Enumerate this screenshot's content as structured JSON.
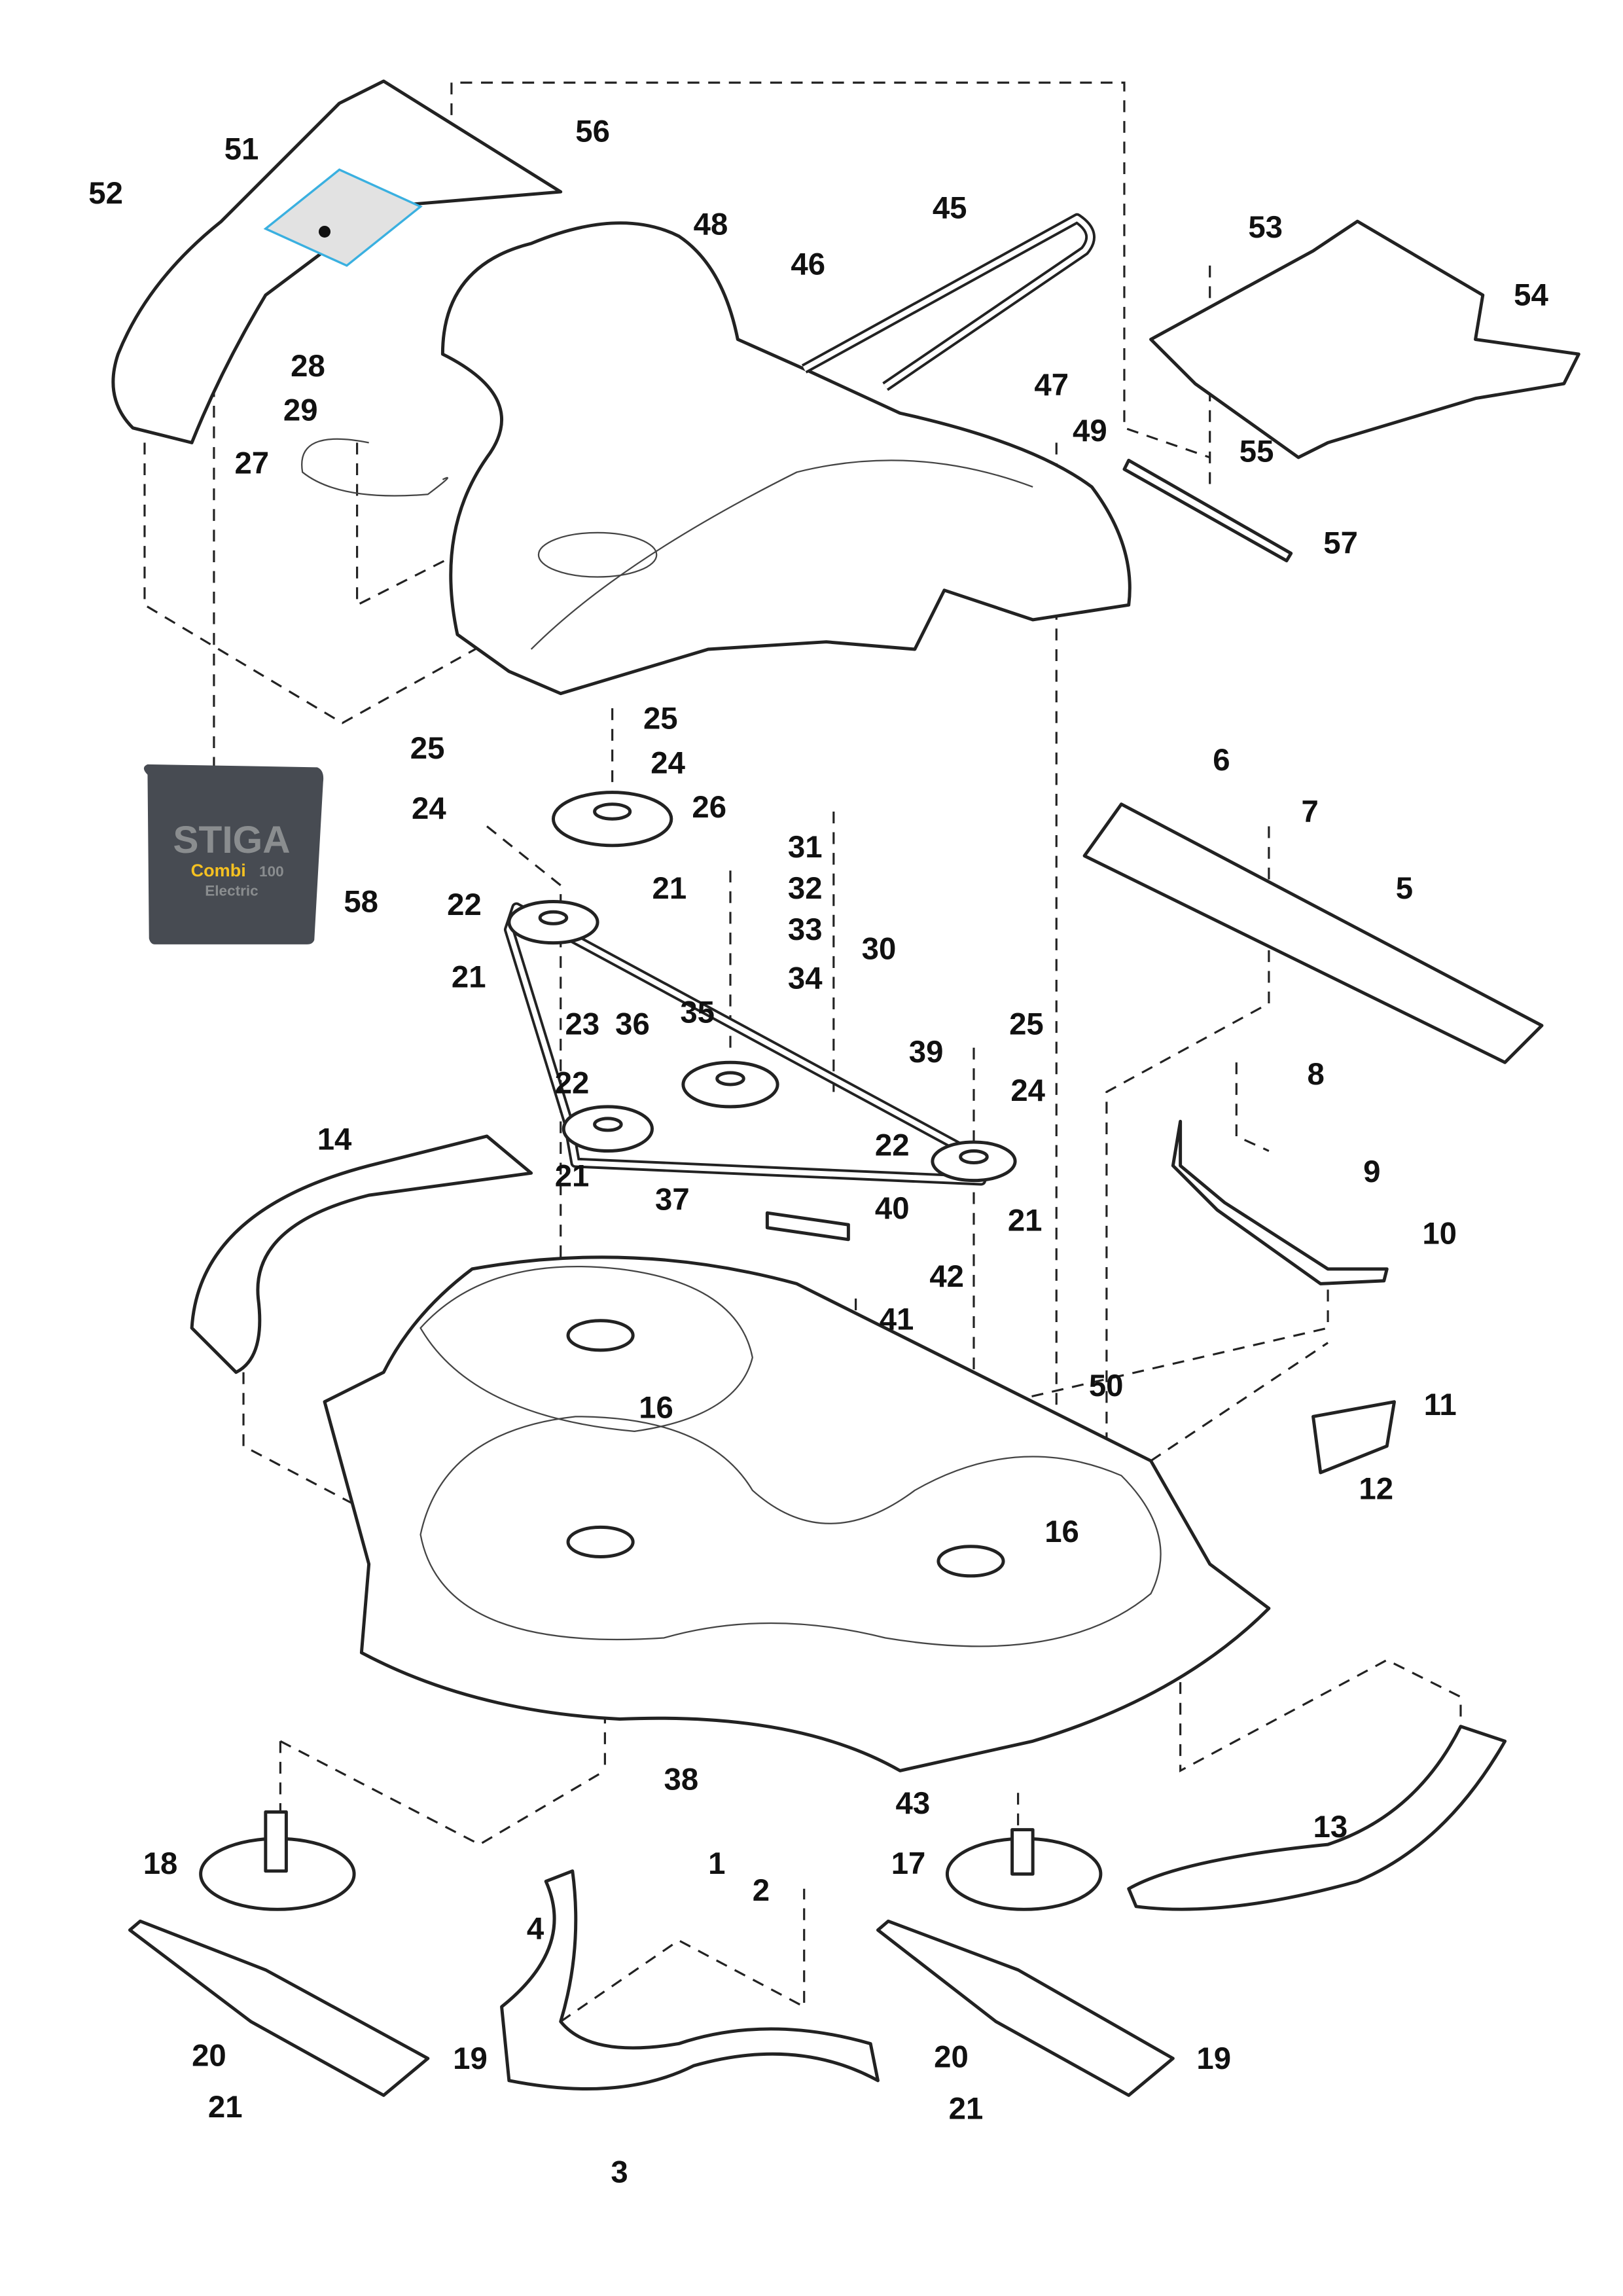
{
  "diagram": {
    "decal": {
      "brand": "STIGA",
      "model": "Combi",
      "model_number": "100",
      "variant": "Electric",
      "colors": {
        "background": "#474b52",
        "brand": "#8a8d8f",
        "model": "#f5c121"
      }
    },
    "callouts": [
      "51",
      "52",
      "56",
      "48",
      "45",
      "46",
      "53",
      "54",
      "28",
      "29",
      "47",
      "49",
      "55",
      "27",
      "57",
      "25",
      "25",
      "24",
      "6",
      "24",
      "26",
      "7",
      "31",
      "21",
      "32",
      "5",
      "58",
      "22",
      "33",
      "30",
      "21",
      "34",
      "35",
      "23",
      "36",
      "25",
      "39",
      "22",
      "24",
      "8",
      "14",
      "22",
      "9",
      "21",
      "37",
      "40",
      "21",
      "10",
      "42",
      "41",
      "50",
      "11",
      "16",
      "12",
      "16",
      "38",
      "43",
      "13",
      "18",
      "1",
      "17",
      "2",
      "4",
      "20",
      "19",
      "20",
      "19",
      "21",
      "21",
      "3"
    ]
  }
}
